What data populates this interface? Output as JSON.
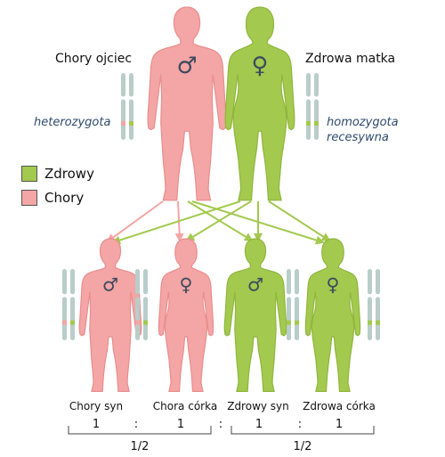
{
  "colors": {
    "healthy": "#a3c94e",
    "sick": "#f4a5a5",
    "healthy_dark": "#8fb63e",
    "sick_dark": "#e88e8e",
    "chromosome": "#b9cdc9",
    "symbol": "#3d4a5e",
    "label_italic": "#2e4a6b"
  },
  "parents": {
    "father": {
      "label": "Chory ojciec",
      "genotype": "heterozygota",
      "symbol": "♂",
      "status": "sick"
    },
    "mother": {
      "label": "Zdrowa matka",
      "genotype": "homozygota recesywna",
      "genotype_line1": "homozygota",
      "genotype_line2": "recesywna",
      "symbol": "♀",
      "status": "healthy"
    }
  },
  "legend": [
    {
      "label": "Zdrowy",
      "status": "healthy"
    },
    {
      "label": "Chory",
      "status": "sick"
    }
  ],
  "children": [
    {
      "label": "Chory syn",
      "symbol": "♂",
      "status": "sick",
      "ratio": "1"
    },
    {
      "label": "Chora córka",
      "symbol": "♀",
      "status": "sick",
      "ratio": "1"
    },
    {
      "label": "Zdrowy syn",
      "symbol": "♂",
      "status": "healthy",
      "ratio": "1"
    },
    {
      "label": "Zdrowa córka",
      "symbol": "♀",
      "status": "healthy",
      "ratio": "1"
    }
  ],
  "separators": {
    "pair": ":",
    "group": ":"
  },
  "groups": [
    {
      "fraction": "1/2"
    },
    {
      "fraction": "1/2"
    }
  ]
}
